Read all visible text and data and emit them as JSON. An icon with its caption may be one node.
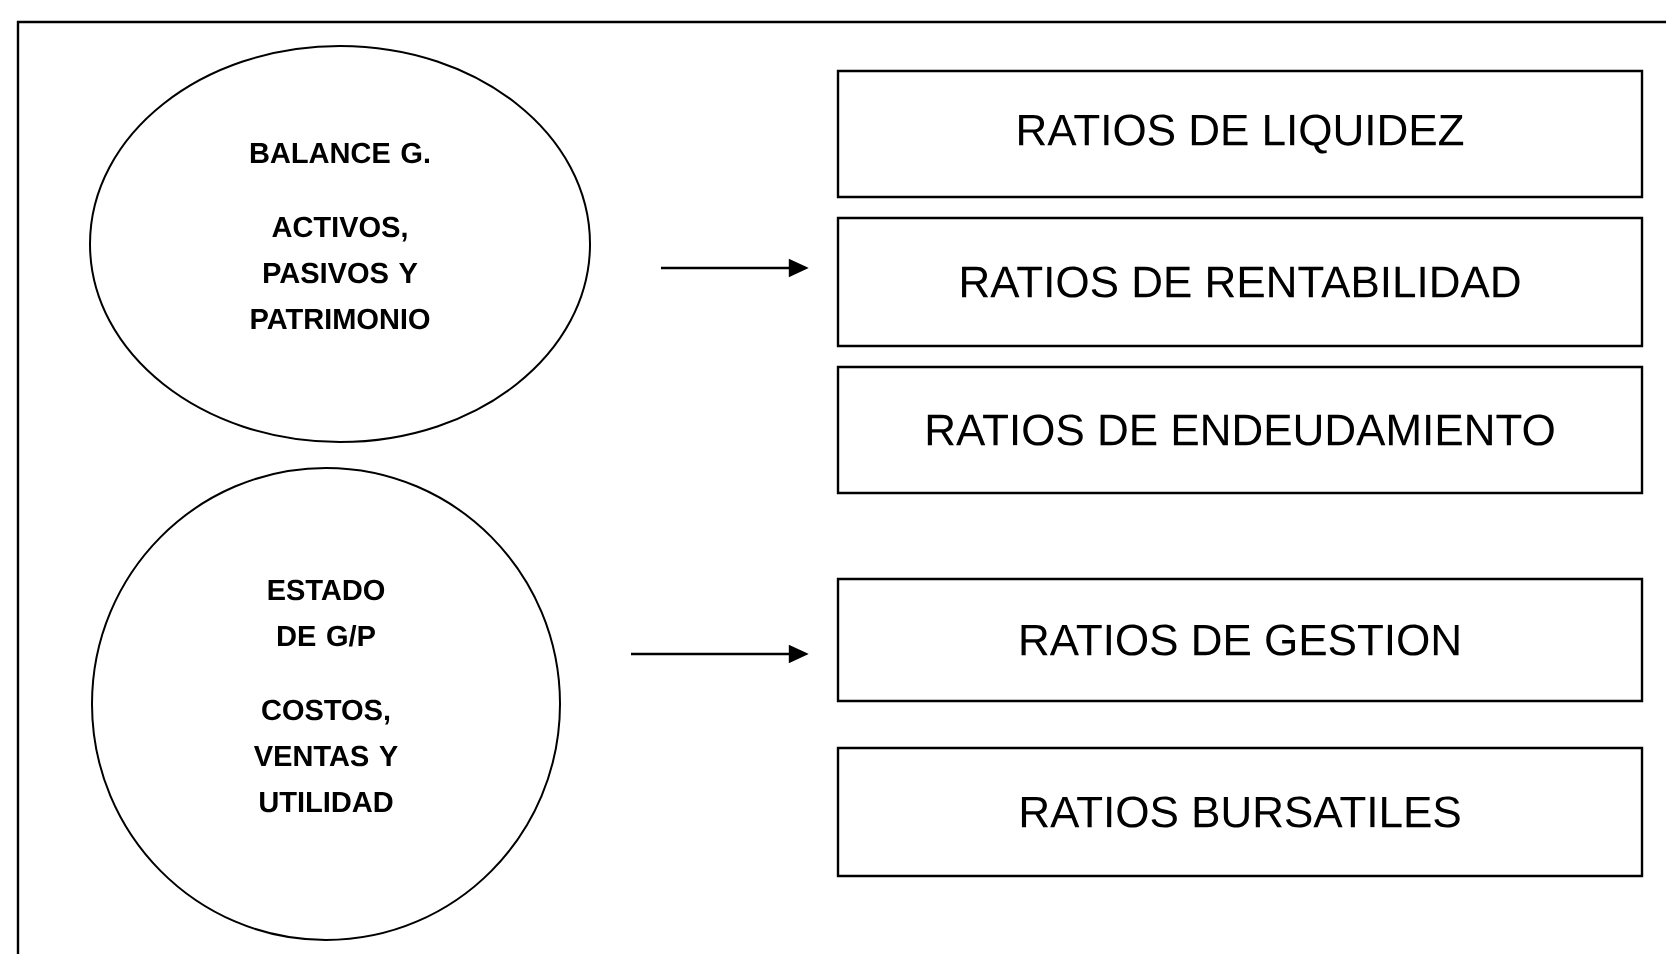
{
  "diagram": {
    "nodes": [
      {
        "text": [
          "BALANCE G.",
          "ACTIVOS, PASIVOS Y PATRIMONIO"
        ]
      },
      {
        "text": [
          "ESTADO DE G/P",
          "COSTOS, VENTAS Y UTILIDAD"
        ]
      },
      {
        "text": [
          "RATIOS DE LIQUIDEZ"
        ]
      },
      {
        "text": [
          "RATIOS DE RENTABILIDAD"
        ]
      },
      {
        "text": [
          "RATIOS DE ENDEUDAMIENTO"
        ]
      },
      {
        "text": [
          "RATIOS DE GESTION"
        ]
      },
      {
        "text": [
          "RATIOS BURSATILES"
        ]
      }
    ],
    "edges": [
      {
        "from": 0,
        "to": 3,
        "arrow": "to"
      },
      {
        "from": 1,
        "to": 5,
        "arrow": "to"
      }
    ]
  }
}
